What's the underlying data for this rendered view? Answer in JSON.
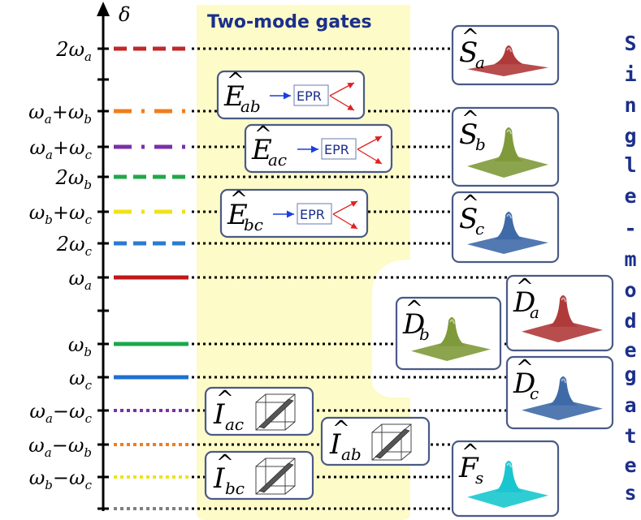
{
  "axis": {
    "label": "δ"
  },
  "two_mode_title": "Two-mode gates",
  "single_mode_title": "Single-mode gates",
  "single_mode_letters": [
    "S",
    "i",
    "n",
    "g",
    "l",
    "e",
    "-",
    "m",
    "o",
    "d",
    "e",
    "",
    "g",
    "a",
    "t",
    "e",
    "s"
  ],
  "levels": [
    {
      "id": "2wa",
      "main": "2ω",
      "sub": "a",
      "extra": "",
      "extra_sub": "",
      "color": "#c0282a",
      "style": "dashed"
    },
    {
      "id": "wa_wb",
      "main": "ω",
      "sub": "a",
      "extra": "+ω",
      "extra_sub": "b",
      "color": "#f07d1c",
      "style": "dashdot"
    },
    {
      "id": "wa_wc",
      "main": "ω",
      "sub": "a",
      "extra": "+ω",
      "extra_sub": "c",
      "color": "#7a30a8",
      "style": "dashdot"
    },
    {
      "id": "2wb",
      "main": "2ω",
      "sub": "b",
      "extra": "",
      "extra_sub": "",
      "color": "#20a84a",
      "style": "dashed"
    },
    {
      "id": "wb_wc",
      "main": "ω",
      "sub": "b",
      "extra": "+ω",
      "extra_sub": "c",
      "color": "#f0e21a",
      "style": "dashdot"
    },
    {
      "id": "2wc",
      "main": "2ω",
      "sub": "c",
      "extra": "",
      "extra_sub": "",
      "color": "#2a7ad0",
      "style": "dashed"
    },
    {
      "id": "wa",
      "main": "ω",
      "sub": "a",
      "extra": "",
      "extra_sub": "",
      "color": "#c0181a",
      "style": "solid"
    },
    {
      "id": "wb",
      "main": "ω",
      "sub": "b",
      "extra": "",
      "extra_sub": "",
      "color": "#1aa84a",
      "style": "solid"
    },
    {
      "id": "wc",
      "main": "ω",
      "sub": "c",
      "extra": "",
      "extra_sub": "",
      "color": "#1f6fd0",
      "style": "solid"
    },
    {
      "id": "wa_m_wc",
      "main": "ω",
      "sub": "a",
      "extra": "−ω",
      "extra_sub": "c",
      "color": "#7a30a8",
      "style": "dotted"
    },
    {
      "id": "wa_m_wb",
      "main": "ω",
      "sub": "a",
      "extra": "−ω",
      "extra_sub": "b",
      "color": "#f07d1c",
      "style": "dotted"
    },
    {
      "id": "wb_m_wc",
      "main": "ω",
      "sub": "b",
      "extra": "−ω",
      "extra_sub": "c",
      "color": "#f0e21a",
      "style": "dotted"
    },
    {
      "id": "zero",
      "main": "",
      "sub": "",
      "extra": "",
      "extra_sub": "",
      "color": "#808080",
      "style": "dotted"
    }
  ],
  "gates": {
    "Eab": {
      "main": "E",
      "sub": "ab",
      "epr": "EPR"
    },
    "Eac": {
      "main": "E",
      "sub": "ac",
      "epr": "EPR"
    },
    "Ebc": {
      "main": "E",
      "sub": "bc",
      "epr": "EPR"
    },
    "Sa": {
      "main": "S",
      "sub": "a",
      "color": "#b03a3a"
    },
    "Sb": {
      "main": "S",
      "sub": "b",
      "color": "#7f9a3a"
    },
    "Sc": {
      "main": "S",
      "sub": "c",
      "color": "#3f6aa8"
    },
    "Da": {
      "main": "D",
      "sub": "a",
      "color": "#b03a3a"
    },
    "Db": {
      "main": "D",
      "sub": "b",
      "color": "#7f9a3a"
    },
    "Dc": {
      "main": "D",
      "sub": "c",
      "color": "#3f6aa8"
    },
    "Iac": {
      "main": "I",
      "sub": "ac"
    },
    "Iab": {
      "main": "I",
      "sub": "ab"
    },
    "Ibc": {
      "main": "I",
      "sub": "bc"
    },
    "Fs": {
      "main": "F",
      "sub": "s",
      "color": "#19c6cf"
    }
  }
}
